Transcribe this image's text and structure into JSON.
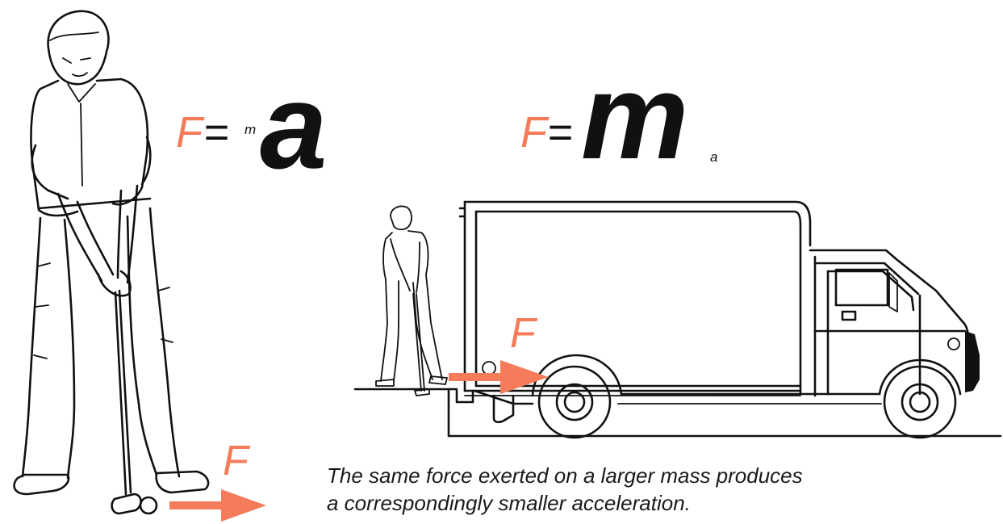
{
  "equation_small_mass": {
    "f": "F",
    "eq": "=",
    "m": "m",
    "a": "a"
  },
  "equation_large_mass": {
    "f": "F",
    "eq": "=",
    "m": "m",
    "a": "a"
  },
  "force_label_truck": "F",
  "force_label_golfer": "F",
  "caption": {
    "line1": "The same force exerted on a larger mass produces",
    "line2": "a correspondingly smaller acceleration."
  },
  "colors": {
    "accent": "#f47c5a",
    "ink": "#111111"
  }
}
